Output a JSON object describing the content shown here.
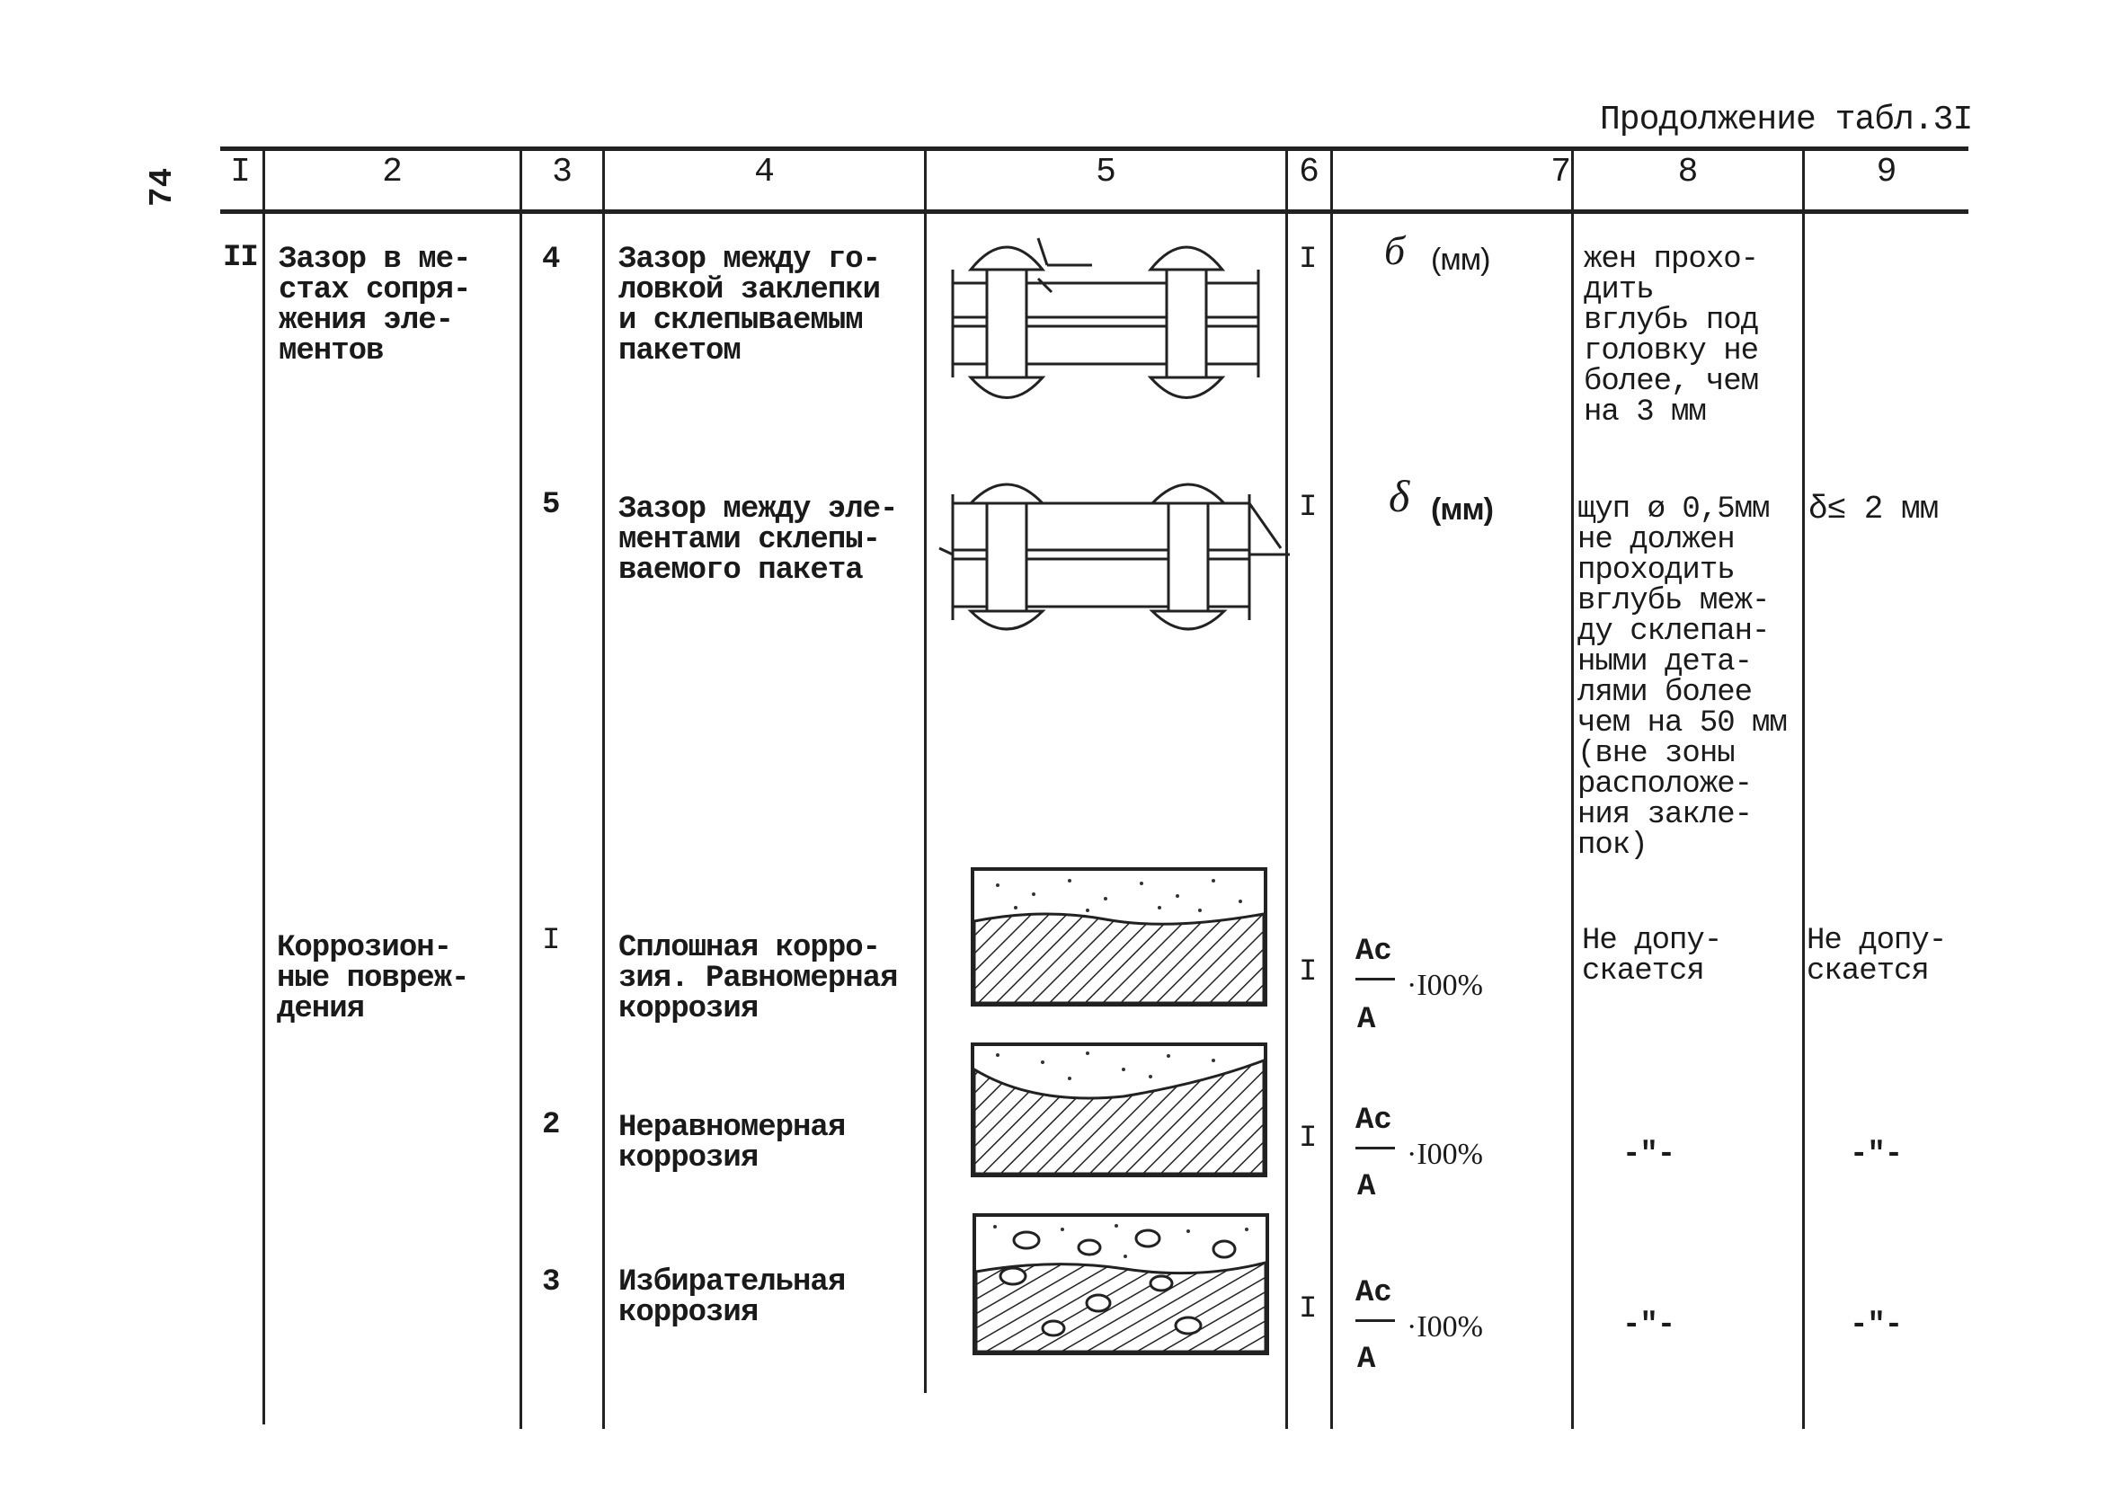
{
  "page_number": "74",
  "continuation": "Продолжение табл.3I",
  "headers": [
    "I",
    "2",
    "3",
    "4",
    "5",
    "6",
    "7",
    "8",
    "9"
  ],
  "rows": [
    {
      "c1": "II",
      "c2": "Зазор в ме-\nстах сопря-\nжения эле-\nментов",
      "c3": "4",
      "c4": "Зазор между го-\nловкой заклепки\nи склепываемым\nпакетом",
      "c6": "I",
      "c7_symbol": "б",
      "c7_unit": "(мм)",
      "c8": "жен прохо-\nдить\nвглубь под\nголовку не\nболее, чем\nна 3 мм",
      "c9": ""
    },
    {
      "c3": "5",
      "c4": "Зазор между эле-\nментами склепы-\nваемого пакета",
      "c6": "I",
      "c7_symbol": "δ",
      "c7_unit": "(мм)",
      "c8": "щуп ø 0,5мм\nне должен\nпроходить\nвглубь меж-\nду склепан-\nными дета-\nлями более\nчем на 50 мм\n(вне зоны\nрасположе-\nния закле-\nпок)",
      "c9": "δ≤ 2 мм"
    },
    {
      "c2": "Коррозион-\nные повреж-\nдения",
      "c3": "I",
      "c4": "Сплошная корро-\nзия. Равномерная\nкоррозия",
      "c6": "I",
      "c7_num": "Ac",
      "c7_den": "A",
      "c7_mult": "·I00%",
      "c8": "Не допу-\nскается",
      "c9": "Не допу-\nскается"
    },
    {
      "c3": "2",
      "c4": "Неравномерная\nкоррозия",
      "c6": "I",
      "c7_num": "Ac",
      "c7_den": "A",
      "c7_mult": "·I00%",
      "c8": "-\"-",
      "c9": "-\"-"
    },
    {
      "c3": "3",
      "c4": "Избирательная\nкоррозия",
      "c6": "I",
      "c7_num": "Ac",
      "c7_den": "A",
      "c7_mult": "·I00%",
      "c8": "-\"-",
      "c9": "-\"-"
    }
  ]
}
